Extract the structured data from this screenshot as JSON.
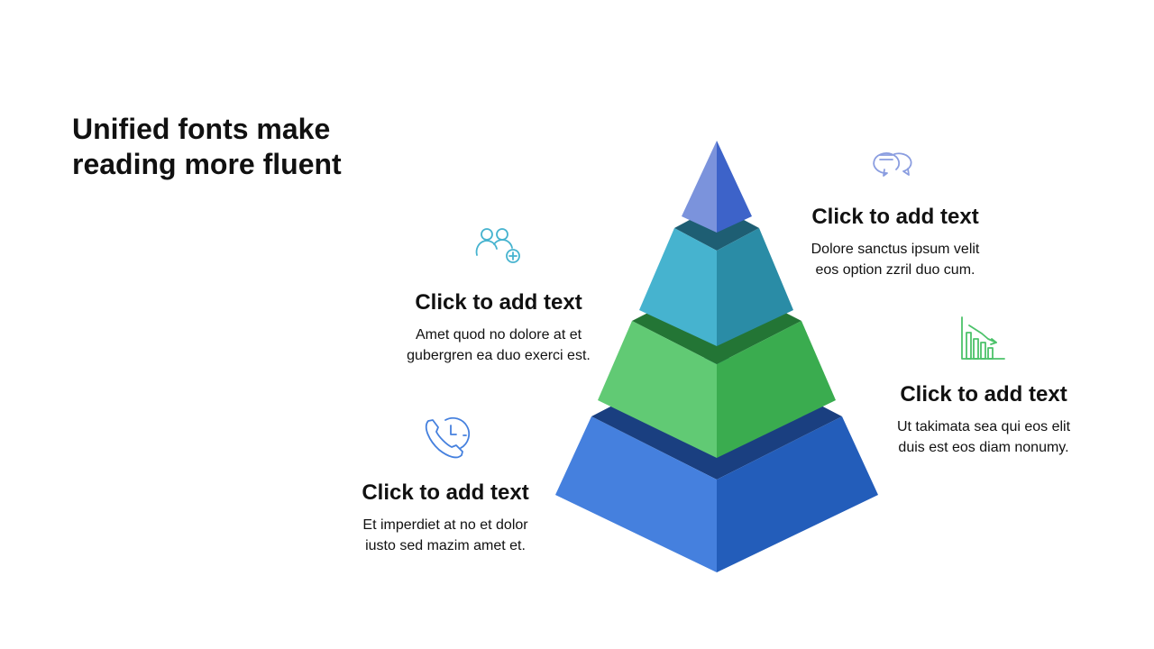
{
  "slide": {
    "title_lines": [
      "Unified fonts make",
      "reading more fluent"
    ]
  },
  "blocks": [
    {
      "heading": "Click to add text",
      "body_lines": [
        "Dolore sanctus ipsum velit",
        "eos option zzril duo cum."
      ],
      "icon": "chat-bubbles-icon"
    },
    {
      "heading": "Click to add text",
      "body_lines": [
        "Amet quod no dolore at et",
        "gubergren ea duo exerci est."
      ],
      "icon": "add-user-group-icon"
    },
    {
      "heading": "Click to add text",
      "body_lines": [
        "Ut takimata sea qui eos elit",
        "duis est eos diam nonumy."
      ],
      "icon": "declining-bar-chart-icon"
    },
    {
      "heading": "Click to add text",
      "body_lines": [
        "Et imperdiet at no et dolor",
        "iusto sed mazim amet et."
      ],
      "icon": "phone-clock-icon"
    }
  ],
  "colors": {
    "top_left": "#7B93DC",
    "top_right": "#3D63C9",
    "tier2_left": "#46B3CF",
    "tier2_right": "#2A8CA6",
    "tier2_top": "#1E5E73",
    "tier3_left": "#61CA74",
    "tier3_right": "#3AAC4F",
    "tier3_top": "#237535",
    "tier4_left": "#4580DE",
    "tier4_right": "#235DBA",
    "tier4_top": "#1A3F80",
    "icon_chat": "#8A9DE0",
    "icon_users": "#46B3CF",
    "icon_chart": "#4CC26A",
    "icon_phone": "#4580DE"
  }
}
